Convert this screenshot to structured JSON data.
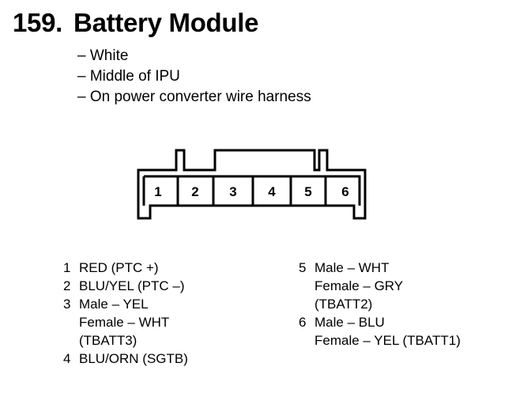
{
  "title": {
    "number": "159.",
    "name": "Battery Module"
  },
  "notes": [
    "– White",
    "– Middle of IPU",
    "– On power converter wire harness"
  ],
  "connector": {
    "pins": [
      "1",
      "2",
      "3",
      "4",
      "5",
      "6"
    ]
  },
  "legend_left": [
    {
      "num": "1",
      "lines": [
        "RED (PTC +)"
      ]
    },
    {
      "num": "2",
      "lines": [
        "BLU/YEL (PTC –)"
      ]
    },
    {
      "num": "3",
      "lines": [
        "Male – YEL",
        "Female – WHT",
        "(TBATT3)"
      ]
    },
    {
      "num": "4",
      "lines": [
        "BLU/ORN (SGTB)"
      ]
    }
  ],
  "legend_right": [
    {
      "num": "5",
      "lines": [
        "Male – WHT",
        "Female – GRY",
        "(TBATT2)"
      ]
    },
    {
      "num": "6",
      "lines": [
        "Male – BLU",
        "Female – YEL (TBATT1)"
      ]
    }
  ]
}
